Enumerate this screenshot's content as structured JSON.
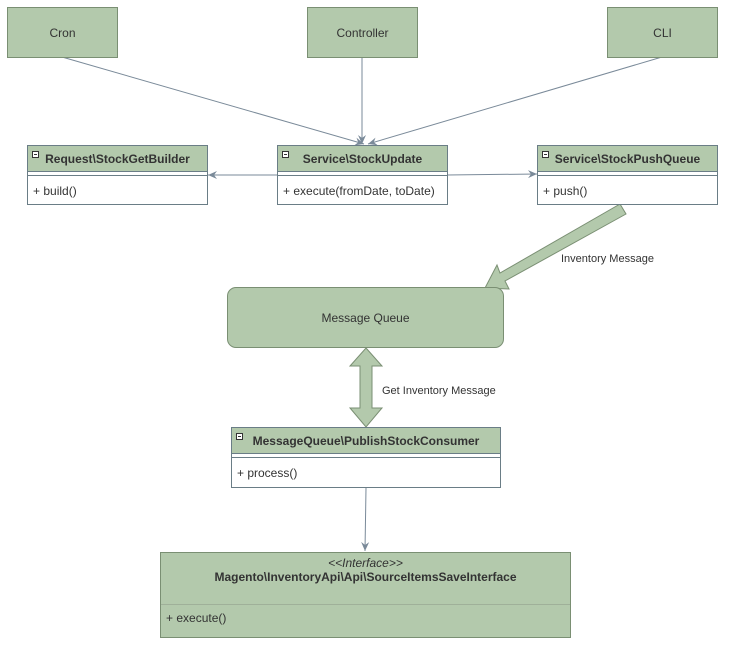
{
  "actors": {
    "cron": "Cron",
    "controller": "Controller",
    "cli": "CLI"
  },
  "classes": {
    "request_builder": {
      "name": "Request\\StockGetBuilder",
      "method": "+ build()"
    },
    "stock_update": {
      "name": "Service\\StockUpdate",
      "method": "+ execute(fromDate, toDate)"
    },
    "push_queue": {
      "name": "Service\\StockPushQueue",
      "method": "+ push()"
    },
    "consumer": {
      "name": "MessageQueue\\PublishStockConsumer",
      "method": "+ process()"
    },
    "save_interface": {
      "stereotype": "<<Interface>>",
      "name": "Magento\\InventoryApi\\Api\\SourceItemsSaveInterface",
      "method": "+ execute()"
    }
  },
  "message_queue": "Message Queue",
  "edge_labels": {
    "inventory_message": "Inventory Message",
    "get_inventory_message": "Get Inventory Message"
  },
  "colors": {
    "node_fill": "#b3c9ac",
    "node_border": "#7a8f73",
    "line": "#7a8a99"
  }
}
